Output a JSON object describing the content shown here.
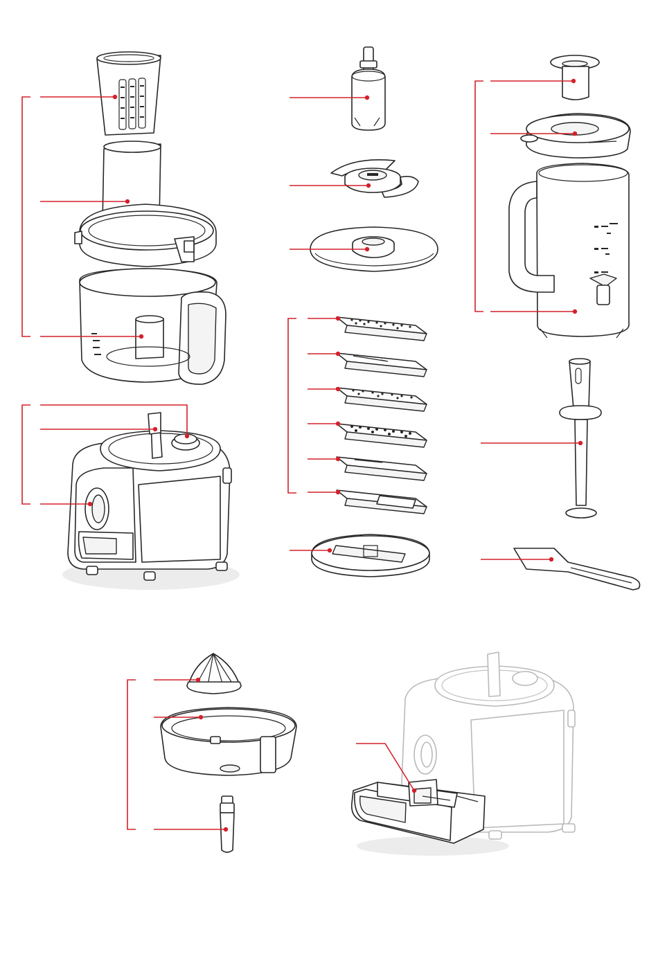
{
  "colors": {
    "callout": "#d4202a",
    "outline": "#262626",
    "faded_outline": "#b9b9b9",
    "background": "#ffffff"
  },
  "callouts": [
    "measuring-cup",
    "feed-tube-pusher",
    "processing-bowl",
    "motor-drive-shaft",
    "speed-control-dial",
    "drive-shaft",
    "chopping-blade",
    "emulsifying-disc",
    "slicing-grating-discs",
    "disc-holder",
    "jug-lid-cap",
    "jug-lid",
    "blender-jug",
    "spatula",
    "citrus-press-cone",
    "juice-bowl",
    "citrus-drive-shaft",
    "accessory-storage-drawer"
  ]
}
